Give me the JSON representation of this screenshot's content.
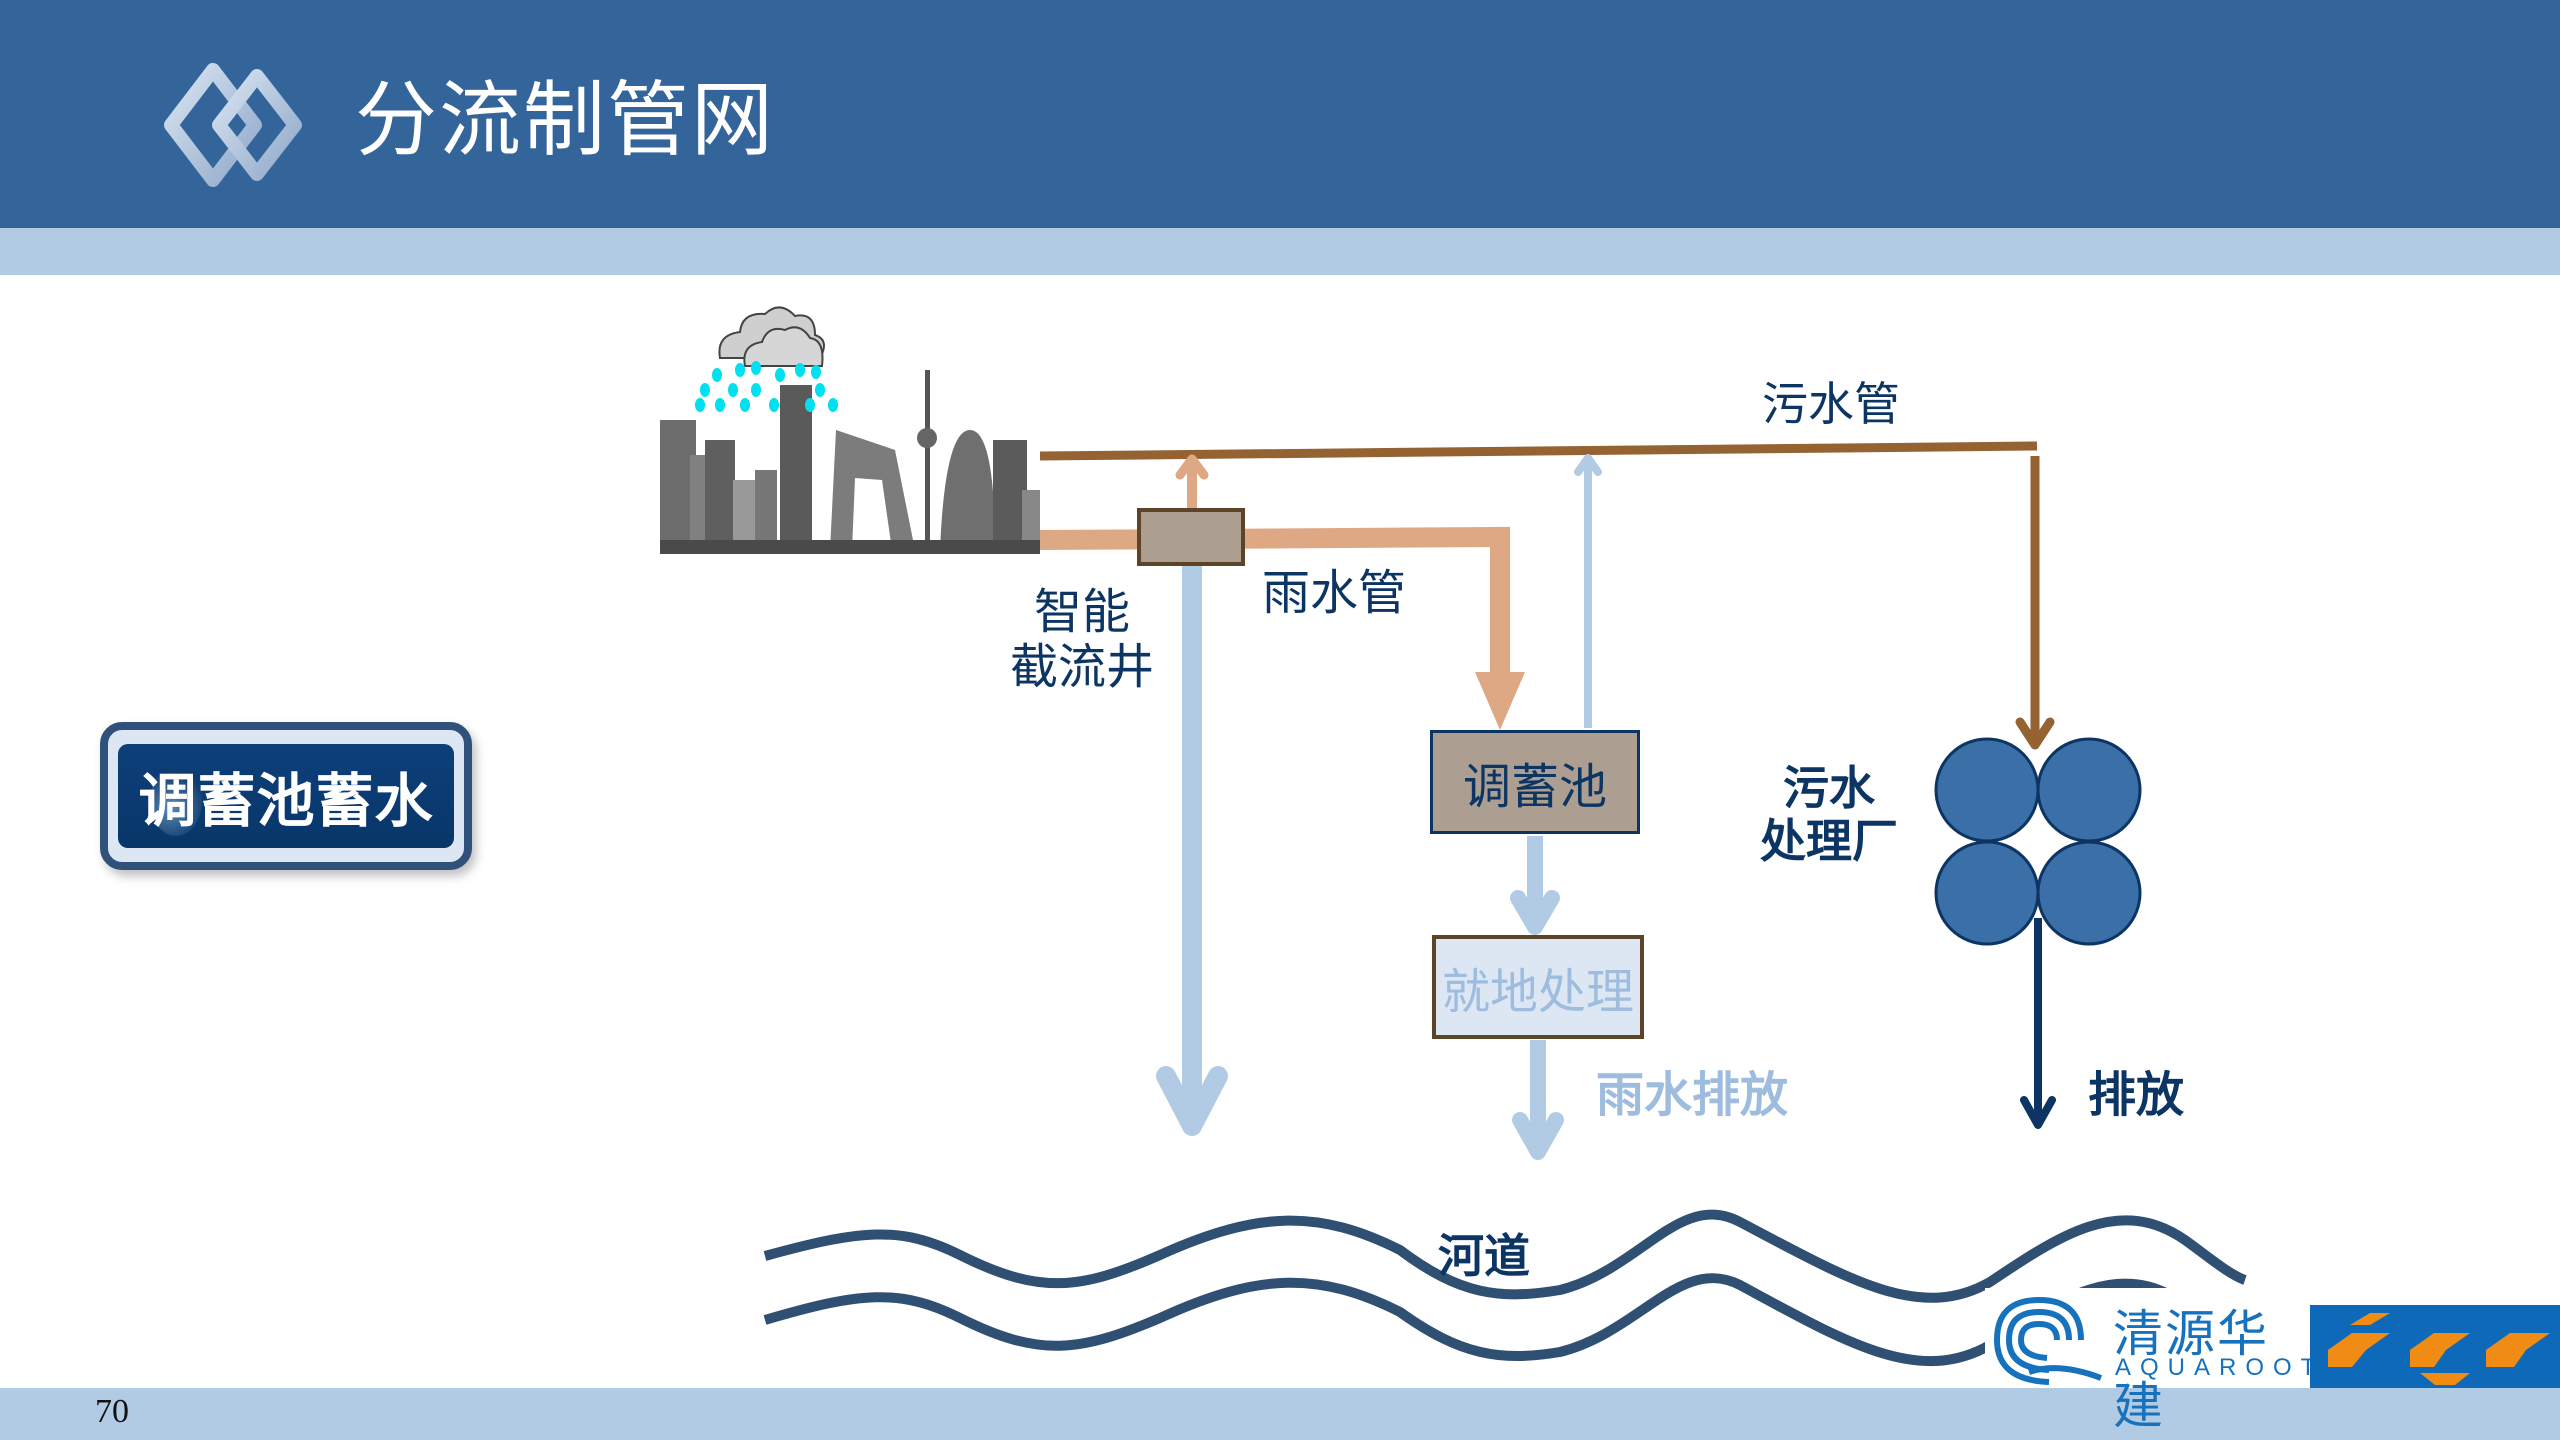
{
  "header": {
    "title": "分流制管网",
    "icon": "double-diamond-logo-icon",
    "background_color": "#34659A",
    "strip_color": "#B2CBE4"
  },
  "sidebar": {
    "button_label": "调蓄池蓄水",
    "button_color": "#0D3F7A"
  },
  "diagram": {
    "city": {
      "icon": "city-skyline-icon",
      "weather_icon": "rain-cloud-icon"
    },
    "labels": {
      "sewage_pipe": "污水管",
      "rain_pipe": "雨水管",
      "interceptor_line1": "智能",
      "interceptor_line2": "截流井",
      "storage_tank": "调蓄池",
      "local_treatment": "就地处理",
      "rain_discharge": "雨水排放",
      "treatment_plant_line1": "污水",
      "treatment_plant_line2": "处理厂",
      "discharge": "排放",
      "river": "河道"
    },
    "colors": {
      "sewage_pipe": "#956232",
      "rain_pipe": "#DFA885",
      "rain_flow": "#B2CBE4",
      "treatment_plant": "#3A6FA8",
      "discharge_arrow": "#0C3564",
      "river": "#2F5072",
      "label_text": "#0C3564"
    }
  },
  "footer": {
    "page_number": "70",
    "logos": {
      "aquaroot_cn": "清源华建",
      "aquaroot_en": "AQUAROOT",
      "igu_icon": "igu-logo-icon"
    }
  }
}
